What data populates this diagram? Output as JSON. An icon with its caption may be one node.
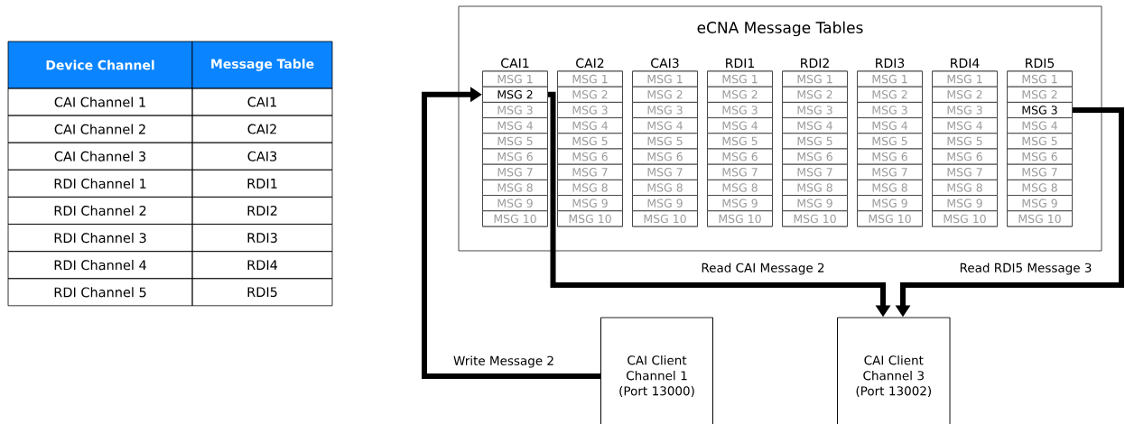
{
  "diagram": {
    "nodes": [
      {
        "text": [
          "eCNA Message Tables"
        ]
      },
      {
        "text": [
          "CAI1"
        ],
        "in": 0
      },
      {
        "text": [
          "MSG 1"
        ],
        "in": 1
      },
      {
        "text": [
          "MSG 2"
        ],
        "in": 1
      },
      {
        "text": [
          "MSG 3"
        ],
        "in": 1
      },
      {
        "text": [
          "MSG 4"
        ],
        "in": 1
      },
      {
        "text": [
          "MSG 5"
        ],
        "in": 1
      },
      {
        "text": [
          "MSG 6"
        ],
        "in": 1
      },
      {
        "text": [
          "MSG 7"
        ],
        "in": 1
      },
      {
        "text": [
          "MSG 8"
        ],
        "in": 1
      },
      {
        "text": [
          "MSG 9"
        ],
        "in": 1
      },
      {
        "text": [
          "MSG 10"
        ],
        "in": 1
      },
      {
        "text": [
          "CAI2"
        ],
        "in": 0
      },
      {
        "text": [
          "MSG 1"
        ],
        "in": 12
      },
      {
        "text": [
          "MSG 2"
        ],
        "in": 12
      },
      {
        "text": [
          "MSG 3"
        ],
        "in": 12
      },
      {
        "text": [
          "MSG 4"
        ],
        "in": 12
      },
      {
        "text": [
          "MSG 5"
        ],
        "in": 12
      },
      {
        "text": [
          "MSG 6"
        ],
        "in": 12
      },
      {
        "text": [
          "MSG 7"
        ],
        "in": 12
      },
      {
        "text": [
          "MSG 8"
        ],
        "in": 12
      },
      {
        "text": [
          "MSG 9"
        ],
        "in": 12
      },
      {
        "text": [
          "MSG 10"
        ],
        "in": 12
      },
      {
        "text": [
          "CAI3"
        ],
        "in": 0
      },
      {
        "text": [
          "MSG 1"
        ],
        "in": 23
      },
      {
        "text": [
          "MSG 2"
        ],
        "in": 23
      },
      {
        "text": [
          "MSG 3"
        ],
        "in": 23
      },
      {
        "text": [
          "MSG 4"
        ],
        "in": 23
      },
      {
        "text": [
          "MSG 5"
        ],
        "in": 23
      },
      {
        "text": [
          "MSG 6"
        ],
        "in": 23
      },
      {
        "text": [
          "MSG 7"
        ],
        "in": 23
      },
      {
        "text": [
          "MSG 8"
        ],
        "in": 23
      },
      {
        "text": [
          "MSG 9"
        ],
        "in": 23
      },
      {
        "text": [
          "MSG 10"
        ],
        "in": 23
      },
      {
        "text": [
          "RDI1"
        ],
        "in": 0
      },
      {
        "text": [
          "MSG 1"
        ],
        "in": 34
      },
      {
        "text": [
          "MSG 2"
        ],
        "in": 34
      },
      {
        "text": [
          "MSG 3"
        ],
        "in": 34
      },
      {
        "text": [
          "MSG 4"
        ],
        "in": 34
      },
      {
        "text": [
          "MSG 5"
        ],
        "in": 34
      },
      {
        "text": [
          "MSG 6"
        ],
        "in": 34
      },
      {
        "text": [
          "MSG 7"
        ],
        "in": 34
      },
      {
        "text": [
          "MSG 8"
        ],
        "in": 34
      },
      {
        "text": [
          "MSG 9"
        ],
        "in": 34
      },
      {
        "text": [
          "MSG 10"
        ],
        "in": 34
      },
      {
        "text": [
          "RDI2"
        ],
        "in": 0
      },
      {
        "text": [
          "MSG 1"
        ],
        "in": 45
      },
      {
        "text": [
          "MSG 2"
        ],
        "in": 45
      },
      {
        "text": [
          "MSG 3"
        ],
        "in": 45
      },
      {
        "text": [
          "MSG 4"
        ],
        "in": 45
      },
      {
        "text": [
          "MSG 5"
        ],
        "in": 45
      },
      {
        "text": [
          "MSG 6"
        ],
        "in": 45
      },
      {
        "text": [
          "MSG 7"
        ],
        "in": 45
      },
      {
        "text": [
          "MSG 8"
        ],
        "in": 45
      },
      {
        "text": [
          "MSG 9"
        ],
        "in": 45
      },
      {
        "text": [
          "MSG 10"
        ],
        "in": 45
      },
      {
        "text": [
          "RDI3"
        ],
        "in": 0
      },
      {
        "text": [
          "MSG 1"
        ],
        "in": 56
      },
      {
        "text": [
          "MSG 2"
        ],
        "in": 56
      },
      {
        "text": [
          "MSG 3"
        ],
        "in": 56
      },
      {
        "text": [
          "MSG 4"
        ],
        "in": 56
      },
      {
        "text": [
          "MSG 5"
        ],
        "in": 56
      },
      {
        "text": [
          "MSG 6"
        ],
        "in": 56
      },
      {
        "text": [
          "MSG 7"
        ],
        "in": 56
      },
      {
        "text": [
          "MSG 8"
        ],
        "in": 56
      },
      {
        "text": [
          "MSG 9"
        ],
        "in": 56
      },
      {
        "text": [
          "MSG 10"
        ],
        "in": 56
      },
      {
        "text": [
          "RDI4"
        ],
        "in": 0
      },
      {
        "text": [
          "MSG 1"
        ],
        "in": 67
      },
      {
        "text": [
          "MSG 2"
        ],
        "in": 67
      },
      {
        "text": [
          "MSG 3"
        ],
        "in": 67
      },
      {
        "text": [
          "MSG 4"
        ],
        "in": 67
      },
      {
        "text": [
          "MSG 5"
        ],
        "in": 67
      },
      {
        "text": [
          "MSG 6"
        ],
        "in": 67
      },
      {
        "text": [
          "MSG 7"
        ],
        "in": 67
      },
      {
        "text": [
          "MSG 8"
        ],
        "in": 67
      },
      {
        "text": [
          "MSG 9"
        ],
        "in": 67
      },
      {
        "text": [
          "MSG 10"
        ],
        "in": 67
      },
      {
        "text": [
          "RDI5"
        ],
        "in": 0
      },
      {
        "text": [
          "MSG 1"
        ],
        "in": 78
      },
      {
        "text": [
          "MSG 2"
        ],
        "in": 78
      },
      {
        "text": [
          "MSG 3"
        ],
        "in": 78
      },
      {
        "text": [
          "MSG 4"
        ],
        "in": 78
      },
      {
        "text": [
          "MSG 5"
        ],
        "in": 78
      },
      {
        "text": [
          "MSG 6"
        ],
        "in": 78
      },
      {
        "text": [
          "MSG 7"
        ],
        "in": 78
      },
      {
        "text": [
          "MSG 8"
        ],
        "in": 78
      },
      {
        "text": [
          "MSG 9"
        ],
        "in": 78
      },
      {
        "text": [
          "MSG 10"
        ],
        "in": 78
      },
      {
        "text": [
          "CAI Client Channel 1 (Port 13000)"
        ]
      },
      {
        "text": [
          "CAI Client Channel 3 (Port 13002)"
        ]
      }
    ],
    "edges": [
      {
        "from": 89,
        "to": 3,
        "arrow": "to",
        "label": "Write Message 2"
      },
      {
        "from": 3,
        "to": 90,
        "arrow": "to",
        "label": "Read CAI Message 2"
      },
      {
        "from": 81,
        "to": 90,
        "arrow": "to",
        "label": "Read RDI5 Message 3"
      }
    ],
    "labels": [
      "Device Channel",
      "Message Table",
      "CAI Channel 1",
      "CAI1",
      "CAI Channel 2",
      "CAI2",
      "CAI Channel 3",
      "CAI3",
      "RDI Channel 1",
      "RDI1",
      "RDI Channel 2",
      "RDI2",
      "RDI Channel 3",
      "RDI3",
      "RDI Channel 4",
      "RDI4",
      "RDI Channel 5",
      "RDI5"
    ]
  }
}
